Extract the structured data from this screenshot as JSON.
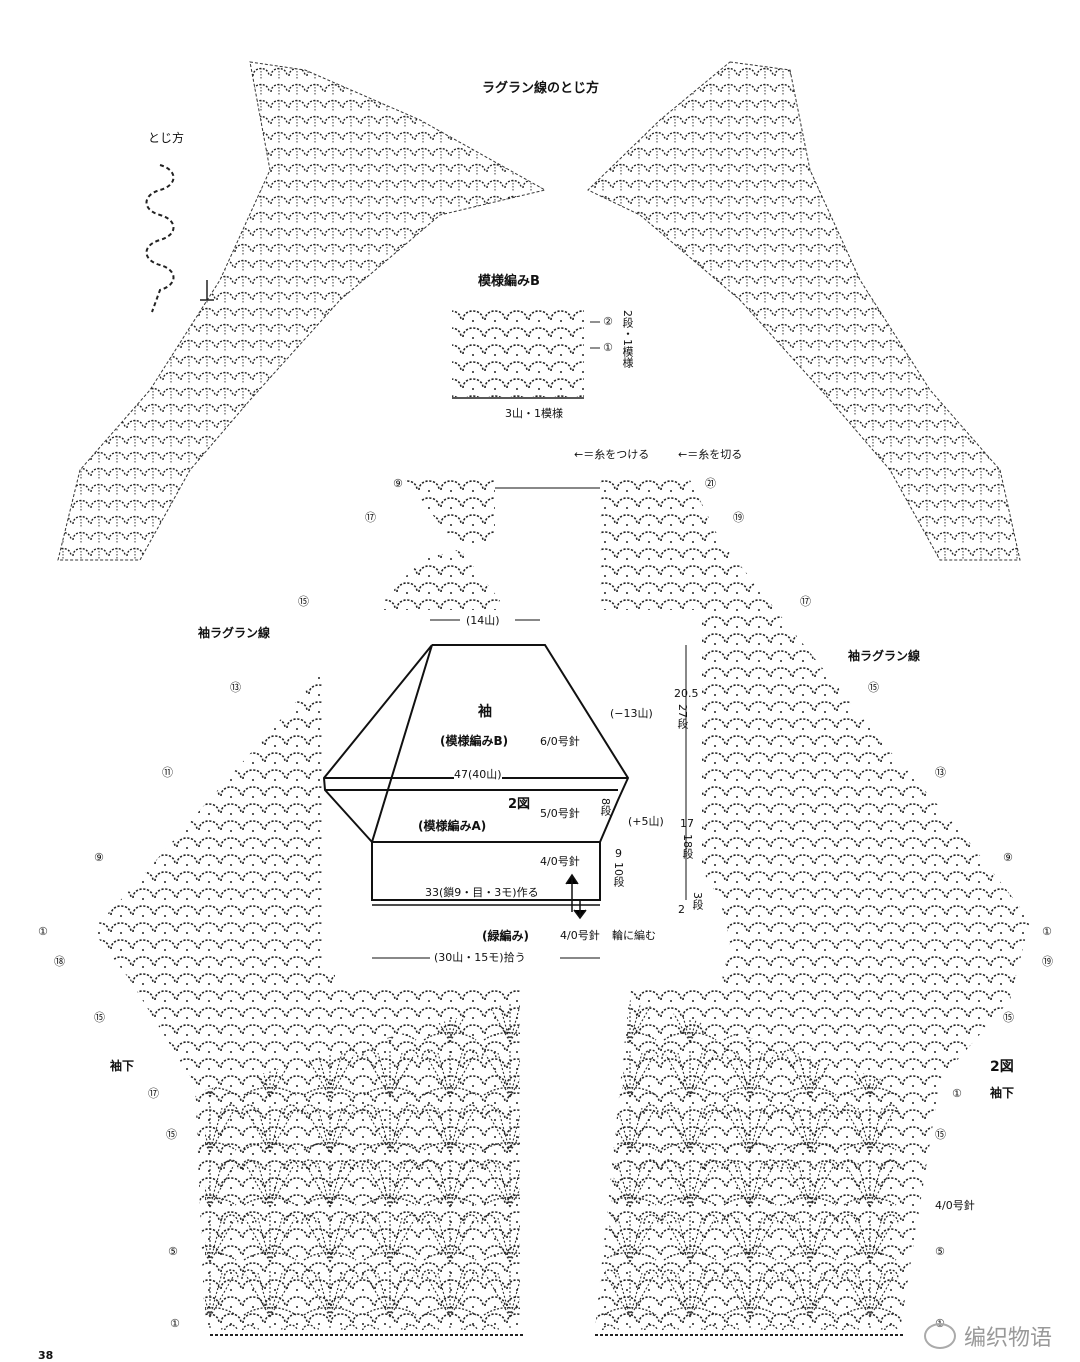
{
  "titles": {
    "raglan_join": "ラグラン線のとじ方",
    "join_method": "とじ方",
    "pattern_b": "模様編みB",
    "raglan_left": "袖ラグラン線",
    "raglan_right": "袖ラグラン線",
    "underarm_left": "袖下",
    "fig2_right": "2図",
    "underarm_right": "袖下"
  },
  "pattern_b": {
    "repeat": "3山・1模様",
    "row_marker_2": "②",
    "row_marker_1": "①",
    "rows": "2段・1模様"
  },
  "legend": {
    "attach": "←＝糸をつける",
    "cut": "←＝糸を切る"
  },
  "schematic": {
    "top_width": "(14山)",
    "sleeve": "袖",
    "sleeve_pattern": "(模様編みB)",
    "sleeve_needle": "6/0号針",
    "decrease": "(−13山)",
    "height_total": "20.5",
    "height_rows": "27段",
    "wide_width": "47(40山)",
    "fig2": "2図",
    "pattern_a": "(模様編みA)",
    "pattern_a_needle": "5/0号針",
    "pattern_a_rows": "8段",
    "increase": "(+5山)",
    "lower_height": "17",
    "lower_rows": "18段",
    "cuff_needle": "4/0号針",
    "cuff_height": "9",
    "cuff_rows": "10段",
    "chain_start": "33(鎖9・目・3モ)作る",
    "edge_height": "2",
    "edge_rows": "3段",
    "edging": "(緑編み)",
    "edging_needle": "4/0号針",
    "edging_note": "輪に編む",
    "pickup": "(30山・15モ)拾う"
  },
  "row_markers_left": [
    "⑨",
    "⑰",
    "⑮",
    "⑬",
    "⑪",
    "⑨",
    "①",
    "⑱",
    "⑮",
    "⑰",
    "⑮",
    "⑤",
    "①"
  ],
  "row_markers_right": [
    "㉑",
    "⑲",
    "⑰",
    "⑮",
    "⑬",
    "⑨",
    "①",
    "⑲",
    "⑮",
    "①",
    "⑮",
    "⑤",
    "①"
  ],
  "right_needle": "4/0号針",
  "page_number": "38",
  "watermark": "编织物语"
}
